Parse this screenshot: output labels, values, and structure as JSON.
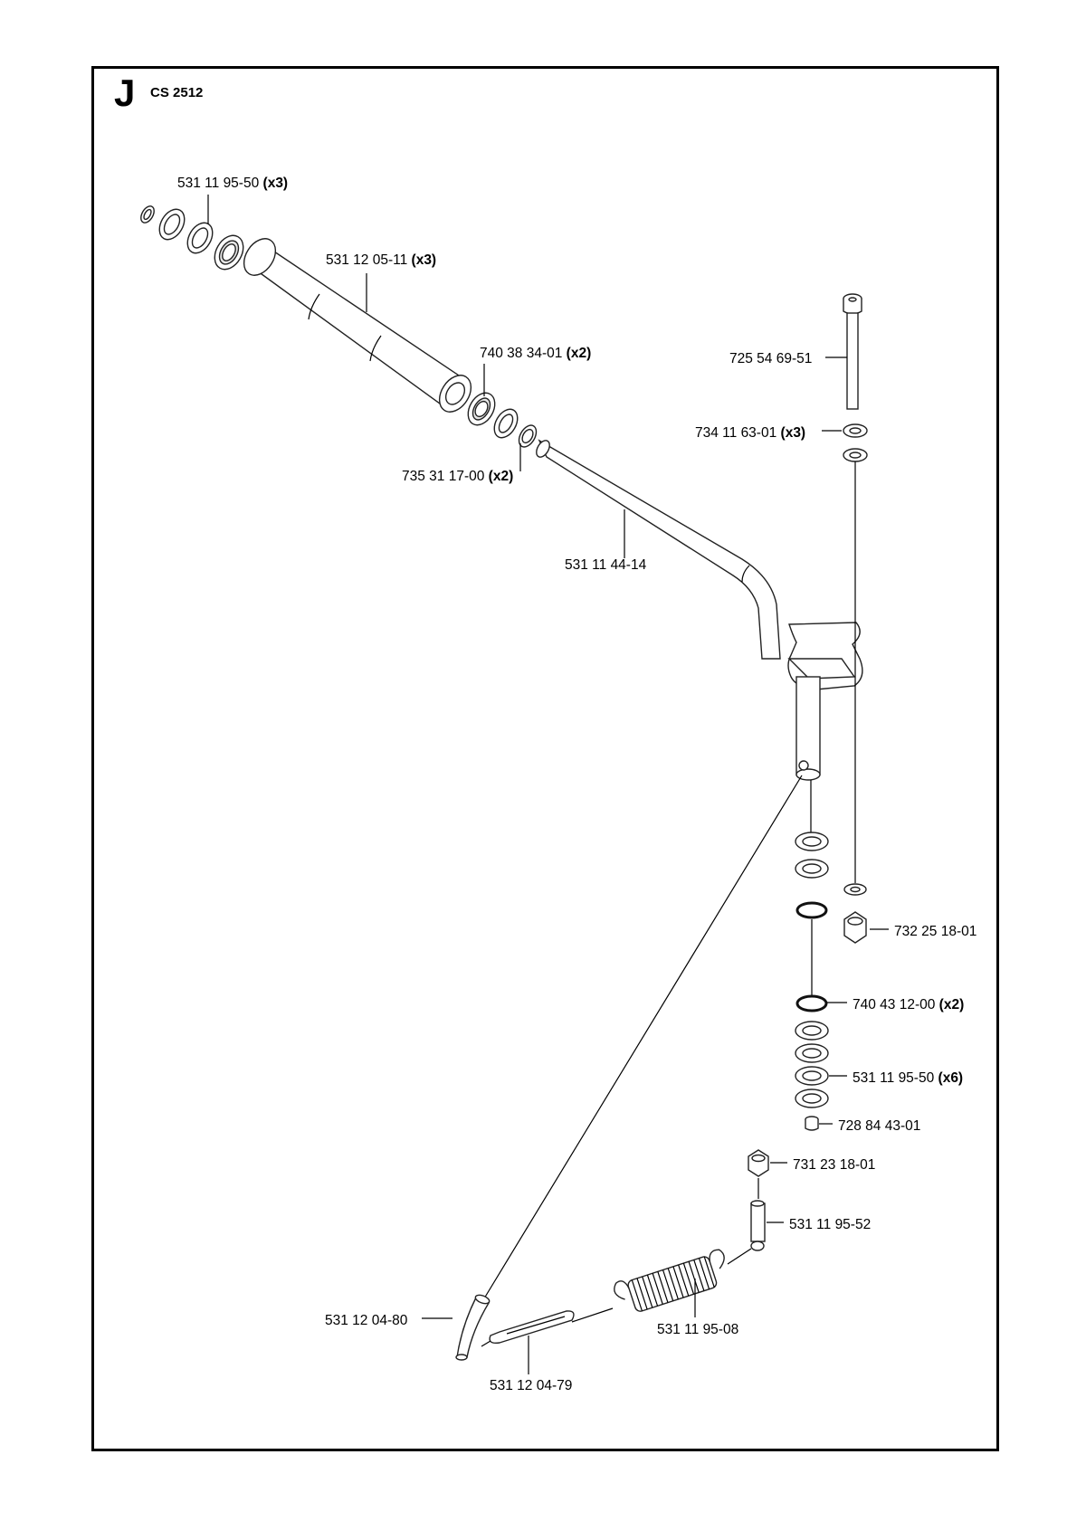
{
  "section_letter": "J",
  "model": "CS 2512",
  "callouts": [
    {
      "id": "c1",
      "part": "531 11 95-50",
      "qty": "(x3)"
    },
    {
      "id": "c2",
      "part": "531 12 05-11",
      "qty": "(x3)"
    },
    {
      "id": "c3",
      "part": "740 38 34-01",
      "qty": "(x2)"
    },
    {
      "id": "c4",
      "part": "735 31 17-00",
      "qty": "(x2)"
    },
    {
      "id": "c5",
      "part": "531 11 44-14",
      "qty": ""
    },
    {
      "id": "c6",
      "part": "725 54 69-51",
      "qty": ""
    },
    {
      "id": "c7",
      "part": "734 11 63-01",
      "qty": "(x3)"
    },
    {
      "id": "c8",
      "part": "732 25 18-01",
      "qty": ""
    },
    {
      "id": "c9",
      "part": "740 43 12-00",
      "qty": "(x2)"
    },
    {
      "id": "c10",
      "part": "531 11 95-50",
      "qty": "(x6)"
    },
    {
      "id": "c11",
      "part": "728 84 43-01",
      "qty": ""
    },
    {
      "id": "c12",
      "part": "731 23 18-01",
      "qty": ""
    },
    {
      "id": "c13",
      "part": "531 11 95-52",
      "qty": ""
    },
    {
      "id": "c14",
      "part": "531 12 04-80",
      "qty": ""
    },
    {
      "id": "c15",
      "part": "531 11 95-08",
      "qty": ""
    },
    {
      "id": "c16",
      "part": "531 12 04-79",
      "qty": ""
    }
  ]
}
